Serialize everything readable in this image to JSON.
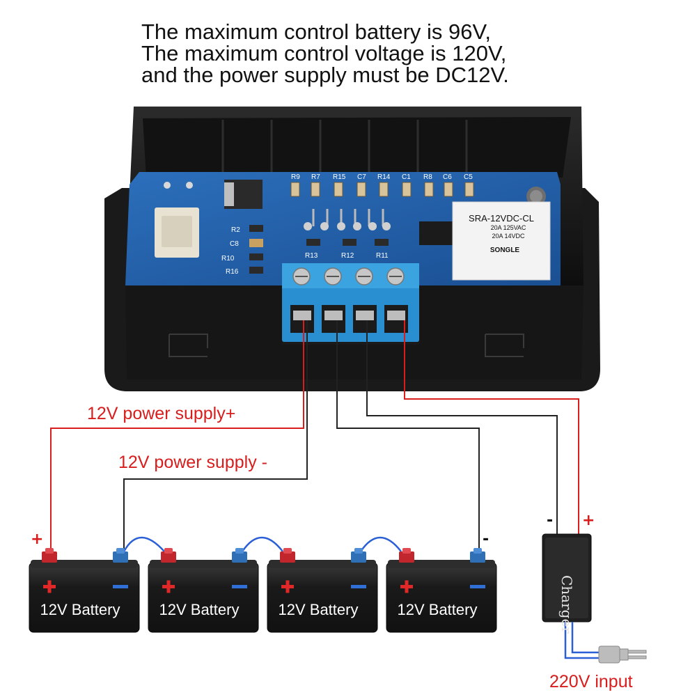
{
  "heading": [
    "The maximum control battery is 96V,",
    "The maximum control voltage is 120V,",
    "and the power supply must be DC12V."
  ],
  "labels": {
    "power_plus": "12V power supply+",
    "power_minus": "12V power supply -",
    "input": "220V input",
    "charger": "Charger",
    "plus_sign": "+",
    "minus_sign": "-"
  },
  "pcb": {
    "components": [
      "R9",
      "R7",
      "R15",
      "C7",
      "R14",
      "C1",
      "R8",
      "C6",
      "C5",
      "R2",
      "C8",
      "R10",
      "R16",
      "R13",
      "R12",
      "R11"
    ],
    "relay_model": "SRA-12VDC-CL",
    "relay_rating_1": "20A 14VDC",
    "relay_rating_2": "20A 125VAC",
    "relay_brand": "SONGLE"
  },
  "batteries": [
    {
      "label": "12V Battery"
    },
    {
      "label": "12V Battery"
    },
    {
      "label": "12V Battery"
    },
    {
      "label": "12V Battery"
    }
  ],
  "colors": {
    "positive_wire": "#d81d1d",
    "negative_wire": "#222222",
    "pcb": "#1f5fa8",
    "terminal": "#2a8fd0",
    "battery_body": "#1d1d1d",
    "plus_terminal": "#c0262c",
    "minus_terminal": "#2f6fb6",
    "jumper": "#2a5fd6"
  }
}
